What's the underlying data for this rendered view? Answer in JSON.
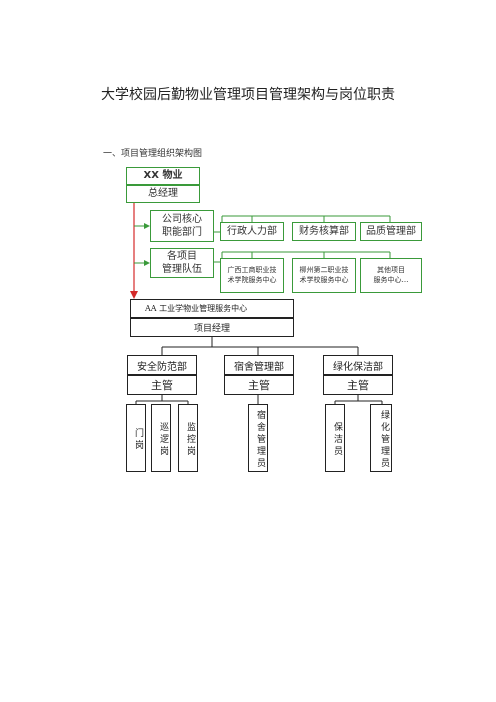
{
  "document": {
    "title": "大学校园后勤物业管理项目管理架构与岗位职责",
    "section_heading": "一、项目管理组织架构图"
  },
  "chart": {
    "top_company": "XX 物业",
    "top_role": "总经理",
    "core_functions": {
      "label": "公司核心\n职能部门",
      "departments": [
        "行政人力部",
        "财务核算部",
        "品质管理部"
      ]
    },
    "project_teams": {
      "label": "各项目\n管理队伍",
      "teams": [
        "广西工商职业技\n术学院服务中心",
        "柳州第二职业技\n术学校服务中心",
        "其他项目\n服务中心…"
      ]
    },
    "service_center": "AA 工业学物业管理服务中心",
    "project_manager": "项目经理",
    "departments": [
      {
        "name": "安全防范部",
        "head": "主管",
        "posts": [
          "门岗",
          "巡逻岗",
          "监控岗"
        ]
      },
      {
        "name": "宿舍管理部",
        "head": "主管",
        "posts": [
          "宿舍管理员"
        ]
      },
      {
        "name": "绿化保洁部",
        "head": "主管",
        "posts": [
          "保洁员",
          "绿化管理员"
        ]
      }
    ],
    "colors": {
      "green": "#3a9a3a",
      "red": "#d42a2a",
      "black": "#222222"
    }
  }
}
